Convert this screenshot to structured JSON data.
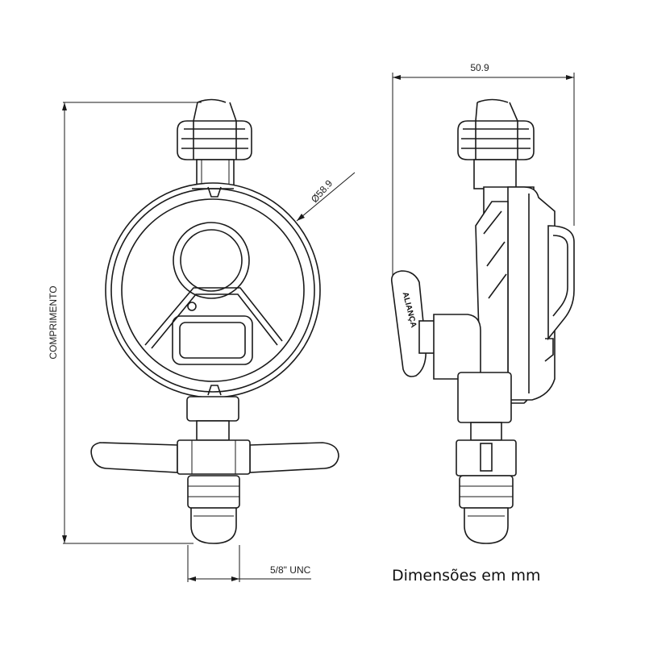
{
  "dimensions": {
    "length_label": "COMPRIMENTO",
    "diameter_label": "Ø58.9",
    "thread_label": "5/8\" UNC",
    "width_label": "50.9"
  },
  "side_view": {
    "brand_label": "ALIANÇA"
  },
  "caption": "Dimensões em mm"
}
